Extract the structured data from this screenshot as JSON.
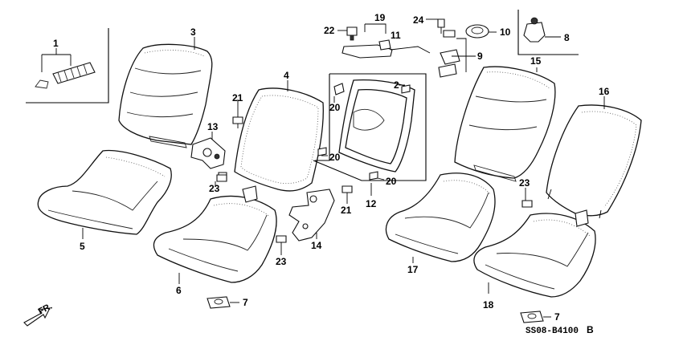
{
  "diagram_code": "SS08-B4100",
  "diagram_code_suffix": "B",
  "direction_label": "FR.",
  "labels": {
    "p1": "1",
    "p2": "2",
    "p3": "3",
    "p4": "4",
    "p5": "5",
    "p6": "6",
    "p7a": "7",
    "p7b": "7",
    "p8": "8",
    "p9": "9",
    "p10": "10",
    "p11": "11",
    "p12": "12",
    "p13": "13",
    "p14": "14",
    "p15": "15",
    "p16": "16",
    "p17": "17",
    "p18": "18",
    "p19": "19",
    "p20a": "20",
    "p20b": "20",
    "p20c": "20",
    "p21a": "21",
    "p21b": "21",
    "p22": "22",
    "p23a": "23",
    "p23b": "23",
    "p23c": "23",
    "p24": "24"
  }
}
